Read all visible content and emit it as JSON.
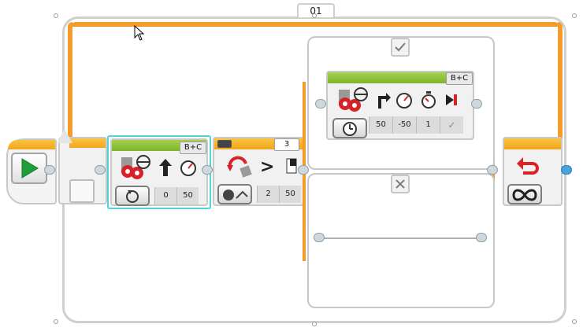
{
  "loop": {
    "name": "01",
    "mode": "infinity",
    "end_icon": "loop-interrupt-icon"
  },
  "start_block": {
    "icon": "play-icon"
  },
  "move_tank_1": {
    "ports": "B+C",
    "icon": "move-tank-icon",
    "mode_icon": "rotations-icon",
    "param_icons": [
      "arrow-up-icon",
      "power-gauge-icon"
    ],
    "params": [
      "0",
      "50"
    ]
  },
  "switch": {
    "type": "motor-rotation",
    "comparison_icon": "greater-than-icon",
    "port": "3",
    "threshold_param": "2",
    "value_param": "50",
    "case_true_icon": "check-icon",
    "case_false_icon": "x-icon"
  },
  "move_tank_2": {
    "ports": "B+C",
    "icon": "move-tank-icon",
    "mode_icon": "timer-icon",
    "param_icons": [
      "turn-icon",
      "speed-gauge-icon",
      "stopwatch-icon",
      "brake-icon"
    ],
    "params": [
      "50",
      "-50",
      "1",
      "✓"
    ]
  },
  "colors": {
    "orange": "#f39c2a",
    "green": "#8cc13a",
    "selected": "#4fd3dd",
    "frame": "#cfcfcf"
  }
}
